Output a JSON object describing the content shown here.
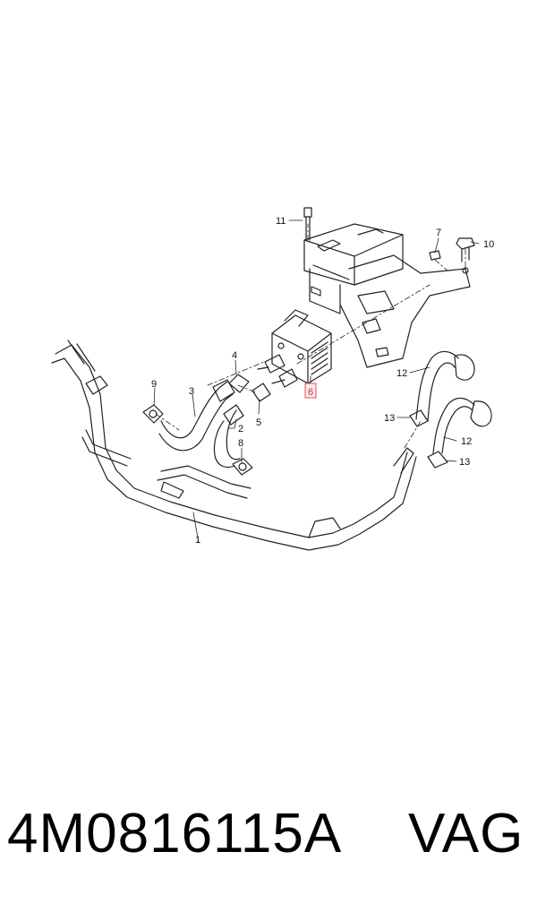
{
  "diagram": {
    "callouts": {
      "c1": "1",
      "c2": "2",
      "c3": "3",
      "c4": "4",
      "c5": "5",
      "c6": "6",
      "c7": "7",
      "c8": "8",
      "c9": "9",
      "c10": "10",
      "c11": "11",
      "c12a": "12",
      "c12b": "12",
      "c13a": "13",
      "c13b": "13"
    },
    "highlighted_callout": "6",
    "highlight_color": "#e0505c"
  },
  "footer": {
    "part_number": "4M0816115A",
    "brand": "VAG"
  }
}
